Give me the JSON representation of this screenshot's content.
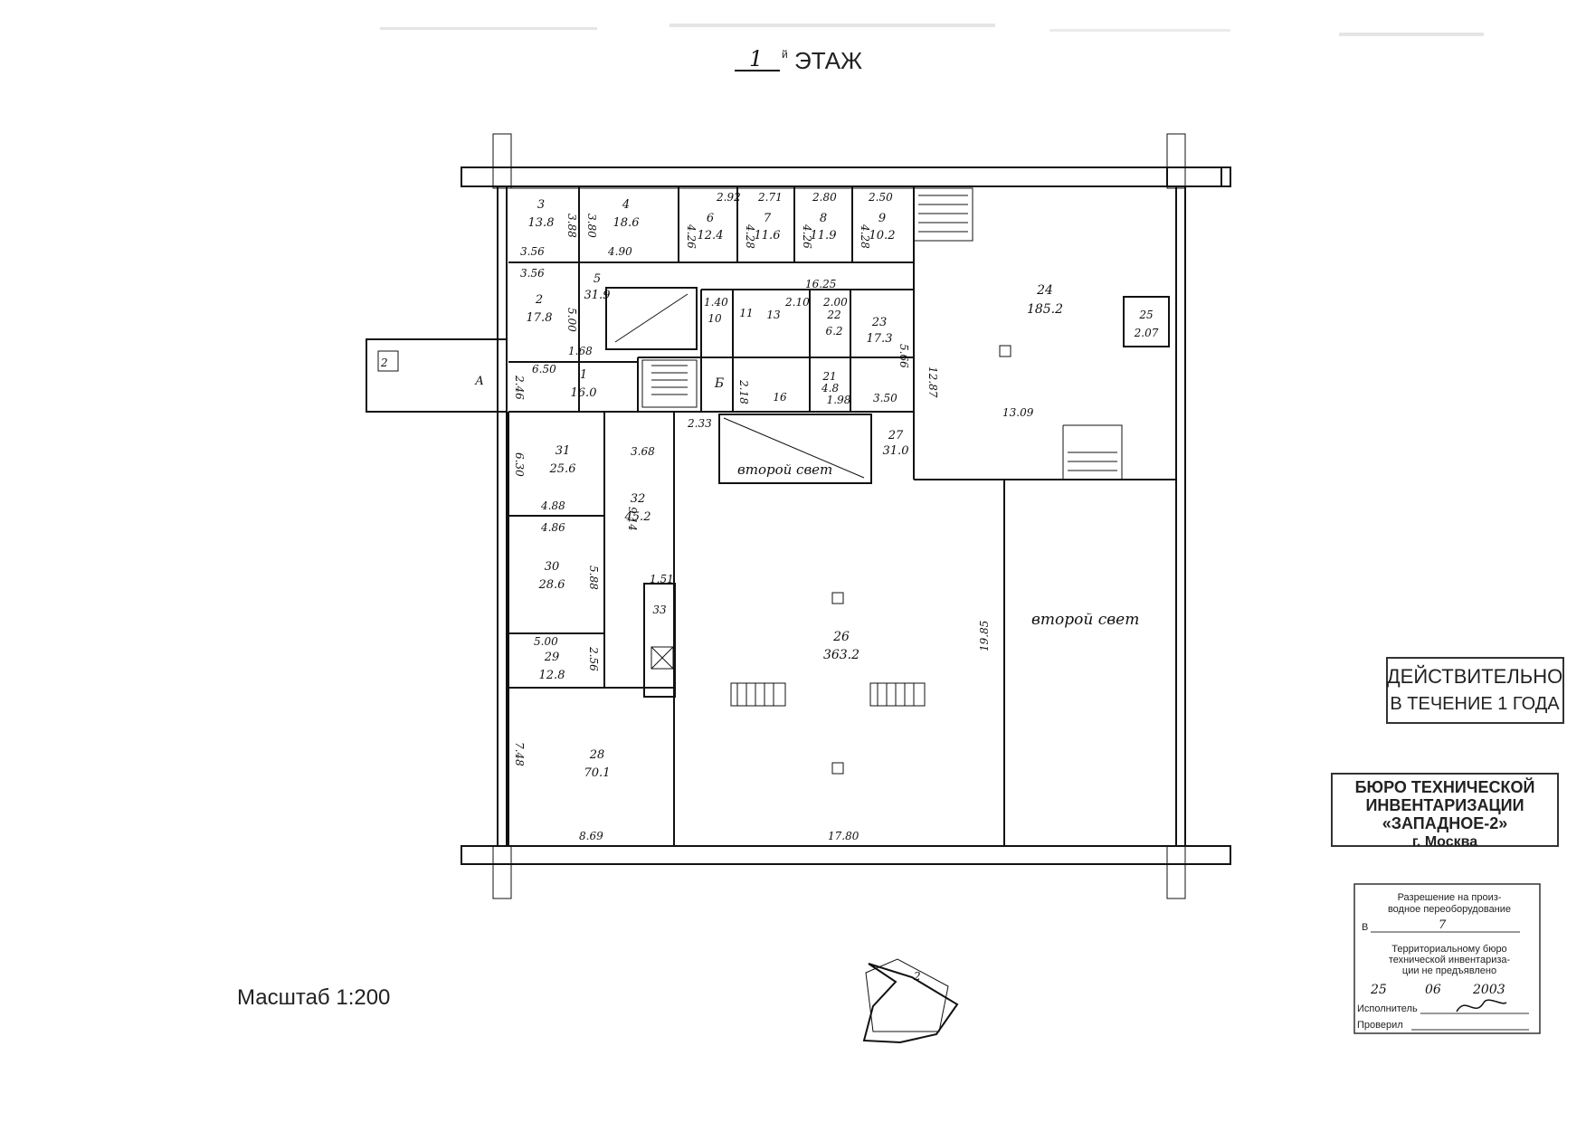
{
  "header": {
    "floor_number": "1",
    "floor_suffix": "й",
    "floor_word": "ЭТАЖ"
  },
  "scale_label": "Масштаб 1:200",
  "rooms": [
    {
      "id": "room-3",
      "label": "3",
      "area": "13.8"
    },
    {
      "id": "room-4",
      "label": "4",
      "area": "18.6"
    },
    {
      "id": "room-6",
      "label": "6",
      "area": "12.4"
    },
    {
      "id": "room-7",
      "label": "7",
      "area": "11.6"
    },
    {
      "id": "room-8",
      "label": "8",
      "area": "11.9"
    },
    {
      "id": "room-9",
      "label": "9",
      "area": "10.2"
    },
    {
      "id": "room-2",
      "label": "2",
      "area": "17.8"
    },
    {
      "id": "room-5",
      "label": "5",
      "area": "31.9"
    },
    {
      "id": "room-10",
      "label": "10",
      "area": ""
    },
    {
      "id": "room-11",
      "label": "11",
      "area": ""
    },
    {
      "id": "room-13",
      "label": "13",
      "area": ""
    },
    {
      "id": "room-22",
      "label": "22",
      "area": "6.2"
    },
    {
      "id": "room-23",
      "label": "23",
      "area": "17.3"
    },
    {
      "id": "room-24",
      "label": "24",
      "area": "185.2"
    },
    {
      "id": "room-25",
      "label": "25",
      "area": "2.07"
    },
    {
      "id": "room-1",
      "label": "1",
      "area": "16.0"
    },
    {
      "id": "room-b",
      "label": "Б",
      "area": ""
    },
    {
      "id": "room-16",
      "label": "16",
      "area": ""
    },
    {
      "id": "room-21",
      "label": "21",
      "area": "1.98"
    },
    {
      "id": "room-a",
      "label": "А",
      "area": ""
    },
    {
      "id": "room-27",
      "label": "27",
      "area": "31.0"
    },
    {
      "id": "room-31",
      "label": "31",
      "area": "25.6"
    },
    {
      "id": "room-32",
      "label": "32",
      "area": "45.2"
    },
    {
      "id": "room-30",
      "label": "30",
      "area": "28.6"
    },
    {
      "id": "room-33",
      "label": "33",
      "area": ""
    },
    {
      "id": "room-29",
      "label": "29",
      "area": "12.8"
    },
    {
      "id": "room-26",
      "label": "26",
      "area": "363.2"
    },
    {
      "id": "room-28",
      "label": "28",
      "area": "70.1"
    }
  ],
  "dimensions": [
    "2.92",
    "2.71",
    "2.80",
    "2.50",
    "3.80",
    "3.88",
    "4.26",
    "4.28",
    "4.26",
    "4.28",
    "3.56",
    "4.90",
    "3.56",
    "5.00",
    "16.25",
    "1.68",
    "1.40",
    "2.10",
    "2.00",
    "6.50",
    "2.46",
    "2.18",
    "4.8",
    "3.50",
    "5.66",
    "12.87",
    "13.09",
    "3.68",
    "2.33",
    "9.14",
    "6.30",
    "4.88",
    "4.86",
    "5.88",
    "1.51",
    "5.00",
    "2.56",
    "7.48",
    "8.69",
    "17.80",
    "19.85"
  ],
  "notes": {
    "second_light_1": "второй свет",
    "second_light_2": "второй свет"
  },
  "stamp_valid": {
    "line1": "ДЕЙСТВИТЕЛЬНО",
    "line2": "В ТЕЧЕНИЕ 1 ГОДА"
  },
  "stamp_bti": {
    "line1": "БЮРО ТЕХНИЧЕСКОЙ",
    "line2": "ИНВЕНТАРИЗАЦИИ",
    "line3": "«ЗАПАДНОЕ-2»",
    "line4": "г. Москва"
  },
  "stamp_permit": {
    "line1": "Разрешение на произ-",
    "line2": "водное переоборудование",
    "line3_prefix": "В",
    "line3_number": "7",
    "line4": "Территориальному бюро",
    "line5": "технической инвентариза-",
    "line6": "ции не предъявлено",
    "date_day": "25",
    "date_month": "06",
    "date_year": "2003",
    "line_executor": "Исполнитель",
    "line_checked": "Проверил"
  },
  "colors": {
    "ink": "#111111",
    "stamp": "#333333",
    "paper": "#ffffff"
  }
}
